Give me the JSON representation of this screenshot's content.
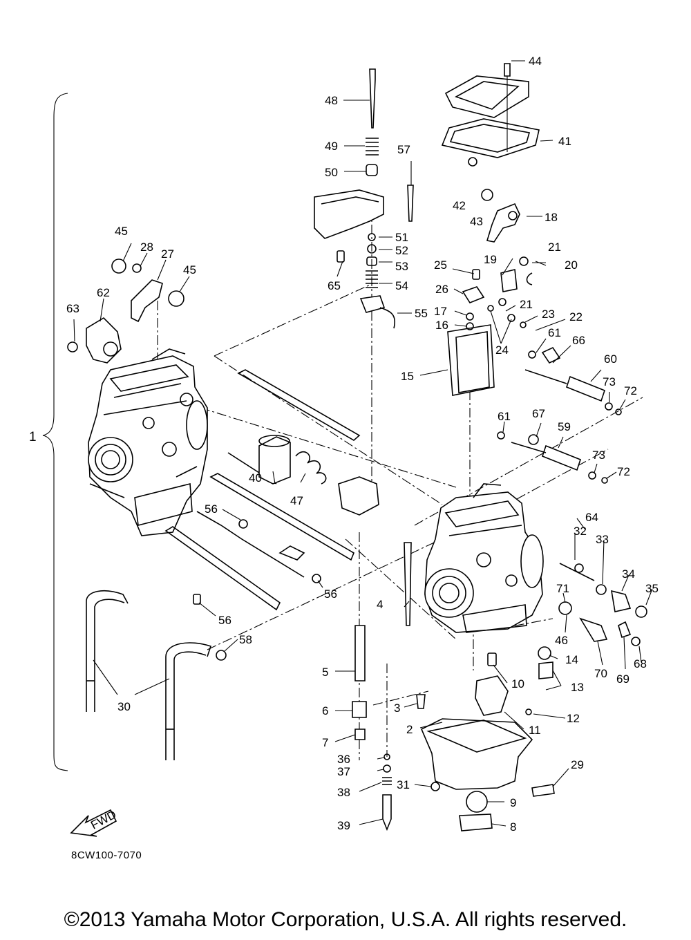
{
  "diagram": {
    "code": "8CW100-7070",
    "copyright": "©2013 Yamaha Motor Corporation, U.S.A. All rights reserved.",
    "fwd_label": "FWD",
    "callouts": [
      "1",
      "2",
      "3",
      "4",
      "5",
      "6",
      "7",
      "8",
      "9",
      "10",
      "11",
      "12",
      "13",
      "14",
      "15",
      "16",
      "17",
      "18",
      "19",
      "20",
      "21",
      "21",
      "22",
      "23",
      "24",
      "25",
      "26",
      "27",
      "28",
      "29",
      "30",
      "31",
      "32",
      "33",
      "34",
      "35",
      "36",
      "37",
      "38",
      "39",
      "40",
      "41",
      "42",
      "43",
      "44",
      "45",
      "45",
      "46",
      "47",
      "48",
      "49",
      "50",
      "51",
      "52",
      "53",
      "54",
      "55",
      "56",
      "56",
      "56",
      "57",
      "58",
      "59",
      "60",
      "61",
      "61",
      "62",
      "63",
      "64",
      "65",
      "66",
      "67",
      "68",
      "69",
      "70",
      "71",
      "72",
      "72",
      "73",
      "73"
    ]
  }
}
